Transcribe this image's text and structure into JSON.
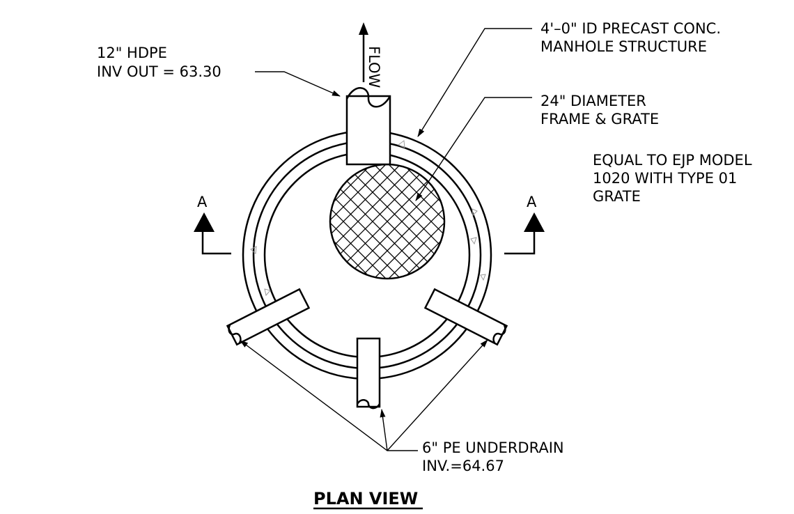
{
  "drawing": {
    "title": "PLAN VIEW",
    "flow_label": "FLOW",
    "section_marker": "A",
    "callouts": {
      "hdpe_line1": "12\" HDPE",
      "hdpe_line2": "INV OUT = 63.30",
      "manhole_line1": "4'–0\" ID PRECAST CONC.",
      "manhole_line2": "MANHOLE STRUCTURE",
      "frame_line1": "24\" DIAMETER",
      "frame_line2": "FRAME & GRATE",
      "equal_line1": "EQUAL TO EJP MODEL",
      "equal_line2": "1020 WITH TYPE 01",
      "equal_line3": "GRATE",
      "underdrain_line1": "6\" PE UNDERDRAIN",
      "underdrain_line2": "INV.=64.67"
    }
  }
}
